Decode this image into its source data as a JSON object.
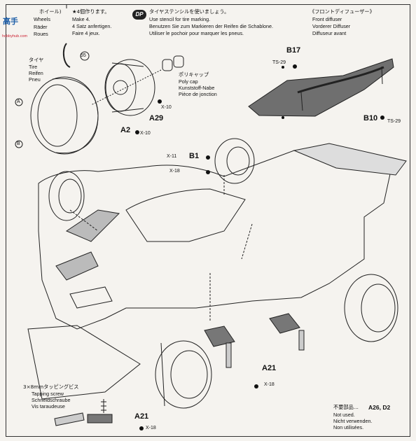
{
  "watermark": {
    "text": "高手",
    "site": "hobbyhub.com"
  },
  "wheels": {
    "jp": "ホイール)",
    "en": "Wheels",
    "de": "Räder",
    "fr": "Roues",
    "count_jp": "★4個作ります。",
    "count_en": "Make 4.",
    "count_de": "4 Satz anfertigen.",
    "count_fr": "Faire 4 jeux."
  },
  "stencil": {
    "badge": "DP",
    "jp": "タイヤステンシルを使いましょう。",
    "en": "Use stencil for tire marking.",
    "de": "Benutzen Sie zum Markieren der Reifen die Schablone.",
    "fr": "Utiliser le pochoir pour marquer les pneus."
  },
  "diffuser": {
    "jp": "《フロントディフューザー》",
    "en": "Front diffuser",
    "de": "Vorderer Diffuser",
    "fr": "Diffuseur avant"
  },
  "tire": {
    "jp": "タイヤ",
    "en": "Tire",
    "de": "Reifen",
    "fr": "Pneu"
  },
  "polycap": {
    "jp": "ポリキャップ",
    "en": "Poly cap",
    "de": "Kunststoff-Nabe",
    "fr": "Pièce de jonction"
  },
  "screw": {
    "jp": "3×8mmタッピングビス",
    "en": "Tapping screw",
    "de": "Schneidschraube",
    "fr": "Vis taraudeuse"
  },
  "not_used": {
    "jp": "不要部品…",
    "parts": "A26, D2",
    "en": "Not used.",
    "de": "Nicht verwenden.",
    "fr": "Non utilisées."
  },
  "parts": {
    "b17": "B17",
    "ts29_a": "TS-29",
    "b10": "B10",
    "ts29_b": "TS-29",
    "b1": "B1",
    "x11": "X-11",
    "x18_a": "X-18",
    "a29": "A29",
    "x10_a": "X-10",
    "a2": "A2",
    "x10_b": "X-10",
    "circle_a": "A",
    "circle_b": "B",
    "num55": "55",
    "a21_center": "A21",
    "x18_center": "X-18",
    "a21_bottom": "A21",
    "x18_bottom": "X-18"
  }
}
